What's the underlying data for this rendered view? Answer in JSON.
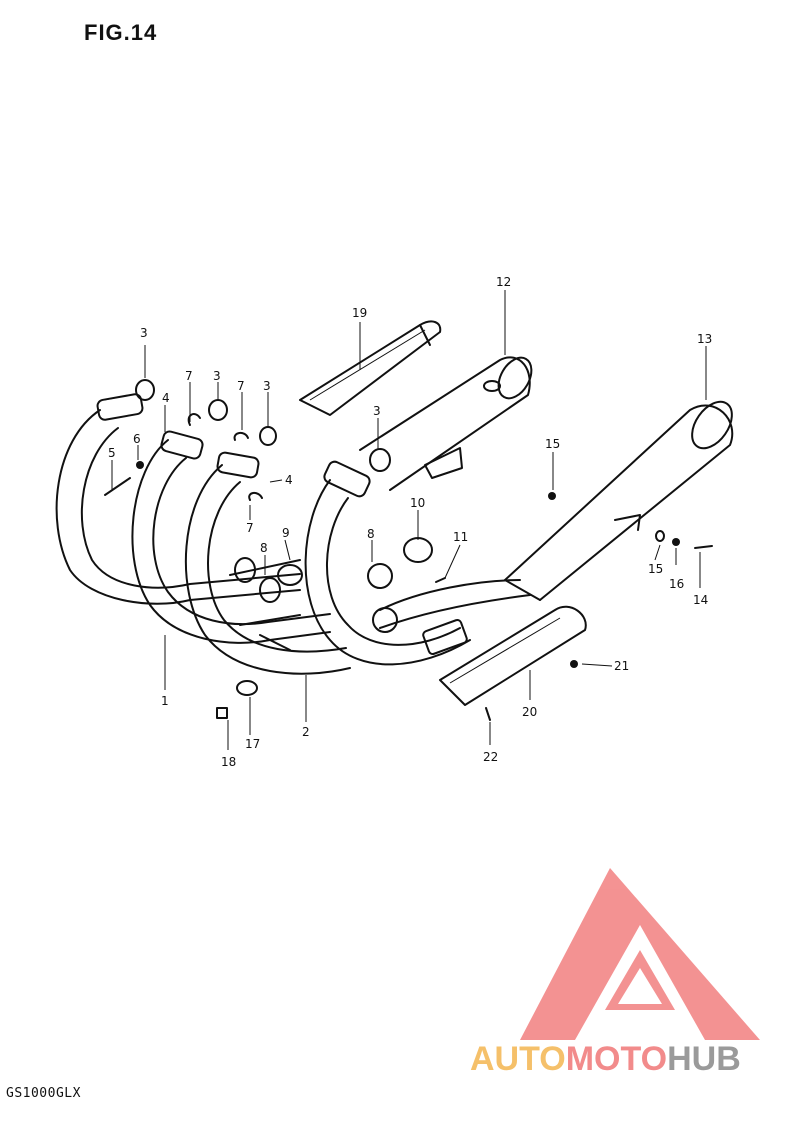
{
  "figure_title": "FIG.14",
  "model_code": "GS1000GLX",
  "watermark": {
    "part1": "AUTO",
    "part2": "MOTO",
    "part3": "HUB",
    "color_part1": "#f5c06a",
    "color_part2": "#f28b8b",
    "color_part3": "#9a9a9a",
    "logo_color": "#f28080"
  },
  "callouts": [
    "3",
    "19",
    "12",
    "13",
    "7",
    "3",
    "7",
    "3",
    "4",
    "6",
    "5",
    "3",
    "15",
    "4",
    "7",
    "9",
    "8",
    "8",
    "10",
    "11",
    "15",
    "16",
    "14",
    "1",
    "2",
    "21",
    "20",
    "17",
    "18",
    "22"
  ]
}
